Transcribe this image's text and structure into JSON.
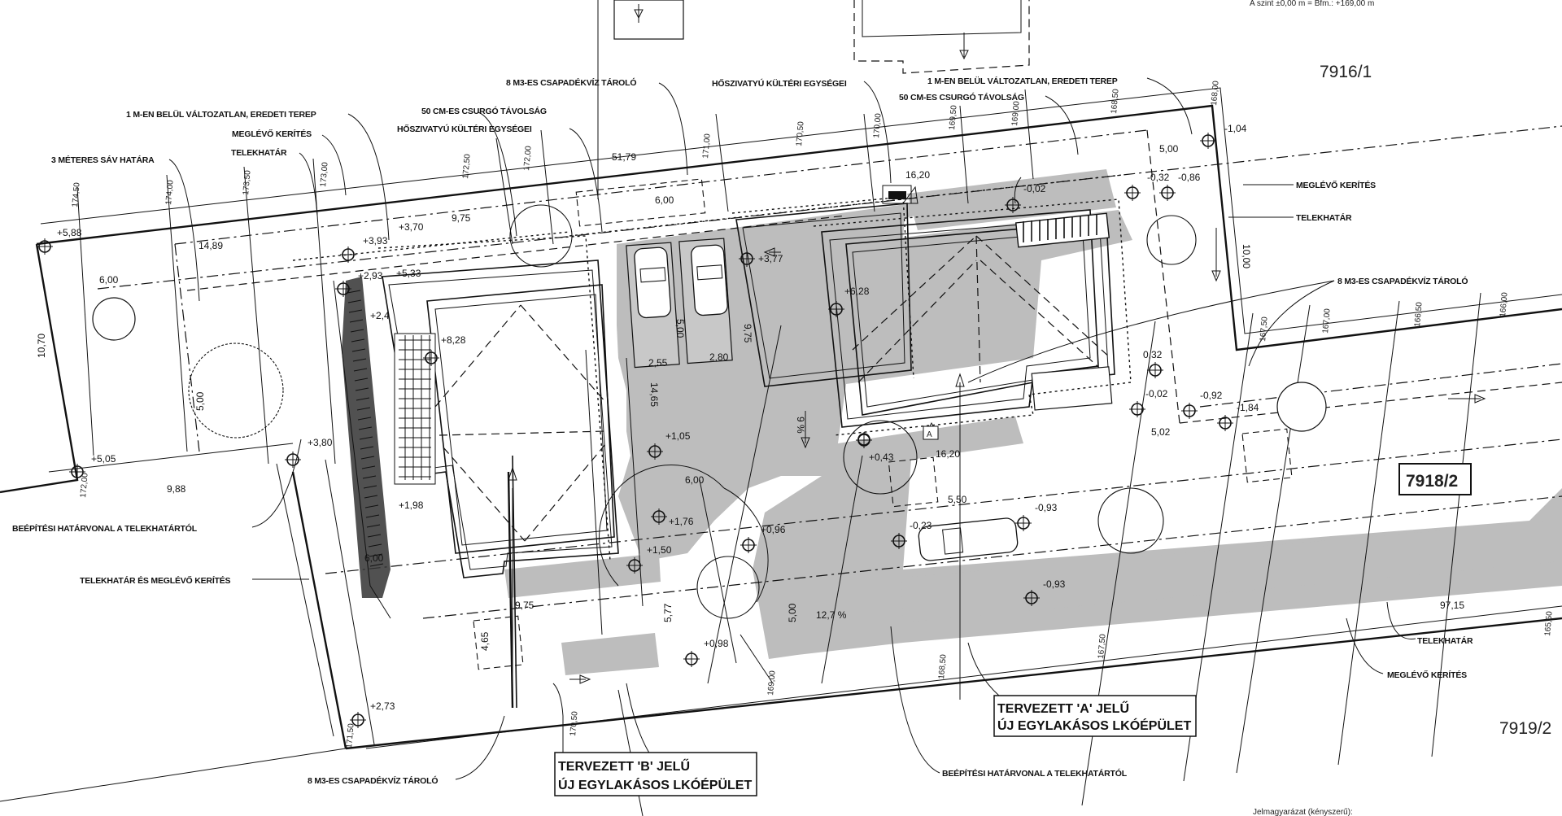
{
  "header_text": "A szint ±0,00 m = Bfm.: +169,00 m",
  "footer_text": "Jelmagyarázat (kényszerű):",
  "lots": {
    "north": "7916/1",
    "main": "7918/2",
    "south": "7919/2"
  },
  "buildings": {
    "a_line1": "TERVEZETT 'A' JELŰ",
    "a_line2": "ÚJ EGYLAKÁSOS LKÓÉPÜLET",
    "b_line1": "TERVEZETT 'B' JELŰ",
    "b_line2": "ÚJ EGYLAKÁSOS LKÓÉPÜLET"
  },
  "annotations": {
    "tank_top_left": "8 M3-ES CSAPADÉKVÍZ TÁROLÓ",
    "heat_pump_top": "HŐSZIVATYÚ KÜLTÉRI EGYSÉGEI",
    "terrain_right": "1 M-EN BELÜL VÁLTOZATLAN, EREDETI TEREP",
    "gutter_right": "50 CM-ES CSURGÓ TÁVOLSÁG",
    "terrain_left": "1 M-EN BELÜL VÁLTOZATLAN, EREDETI TEREP",
    "gutter_left": "50 CM-ES CSURGÓ TÁVOLSÁG",
    "heat_pump_left": "HŐSZIVATYÚ KÜLTÉRI EGYSÉGEI",
    "fence_left": "MEGLÉVŐ KERÍTÉS",
    "lot_boundary_left": "TELEKHATÁR",
    "strip_3m": "3 MÉTERES SÁV HATÁRA",
    "fence_right": "MEGLÉVŐ KERÍTÉS",
    "lot_boundary_right": "TELEKHATÁR",
    "tank_right": "8 M3-ES CSAPADÉKVÍZ TÁROLÓ",
    "build_line_left": "BEÉPÍTÉSI HATÁRVONAL A TELEKHATÁRTÓL",
    "lot_fence_left": "TELEKHATÁR ÉS MEGLÉVŐ KERÍTÉS",
    "tank_bottom": "8 M3-ES CSAPADÉKVÍZ TÁROLÓ",
    "build_line_bottom": "BEÉPÍTÉSI HATÁRVONAL A TELEKHATÁRTÓL",
    "lot_boundary_bottom": "TELEKHATÁR",
    "fence_bottom": "MEGLÉVŐ KERÍTÉS"
  },
  "levels": {
    "l1": "+5,88",
    "l2": "+3,93",
    "l3": "+3,70",
    "l4": "+2,93",
    "l5": "+5,33",
    "l6": "+2,4",
    "l7": "+8,28",
    "l8": "+5,05",
    "l9": "+3,80",
    "l10": "+1,98",
    "l11": "+1,05",
    "l12": "+1,76",
    "l13": "+1,50",
    "l14": "+0,96",
    "l15": "+0,98",
    "l16": "+2,73",
    "l17": "+3,77",
    "l18": "+6,28",
    "l19": "-0,02",
    "l20": "-0,32",
    "l21": "-0,86",
    "l22": "-1,04",
    "l23": "+0,43",
    "l24": "-0,23",
    "l25": "-0,93",
    "l26": "-0,93",
    "l27": "0,32",
    "l28": "-0,02",
    "l29": "-0,92",
    "l30": "-1,84"
  },
  "dimensions": {
    "d1": "51,79",
    "d2": "6,00",
    "d3": "9,75",
    "d4": "14,89",
    "d5": "6,00",
    "d6": "9,88",
    "d7": "6,00",
    "d8": "9,75",
    "d9": "2,55",
    "d10": "2,80",
    "d11": "14,65",
    "d12": "6,00",
    "d13": "12,7 %",
    "d14": "16,20",
    "d15": "16,20",
    "d16": "5,00",
    "d17": "5,02",
    "d18": "5,50",
    "d19": "97,15",
    "d20": "9 %",
    "d21": "5,00",
    "d22": "10,70",
    "d23": "5,00",
    "d24": "5,77",
    "d25": "5,00",
    "d26": "4,65",
    "d27": "9,75",
    "d28": "10,00"
  },
  "contours": {
    "c1": "174,50",
    "c2": "174,00",
    "c3": "173,50",
    "c4": "173,00",
    "c5": "172,50",
    "c6": "172,00",
    "c7": "171,00",
    "c8": "170,50",
    "c9": "170,00",
    "c10": "169,50",
    "c11": "169,00",
    "c12": "168,50",
    "c13": "168,00",
    "c14": "167,50",
    "c15": "167,00",
    "c16": "166,50",
    "c17": "166,00",
    "c18": "165,50",
    "c19": "172,00",
    "c20": "171,50",
    "c21": "170,50",
    "c22": "169,00",
    "c23": "168,50",
    "c24": "167,50"
  },
  "marker_letter": "A"
}
